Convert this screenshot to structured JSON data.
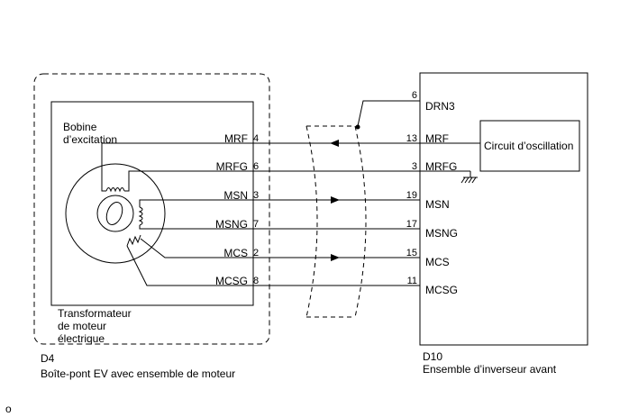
{
  "left_component": {
    "coil_label_line1": "Bobine",
    "coil_label_line2": "d’excitation",
    "resolver_label_line1": "Transformateur",
    "resolver_label_line2": "de moteur",
    "resolver_label_line3": "électrique",
    "connector": "D4",
    "name": "Boîte-pont EV avec ensemble de moteur",
    "signals": [
      {
        "name": "MRF",
        "pin": "4"
      },
      {
        "name": "MRFG",
        "pin": "6"
      },
      {
        "name": "MSN",
        "pin": "3"
      },
      {
        "name": "MSNG",
        "pin": "7"
      },
      {
        "name": "MCS",
        "pin": "2"
      },
      {
        "name": "MCSG",
        "pin": "8"
      }
    ]
  },
  "right_component": {
    "connector": "D10",
    "name": "Ensemble d’inverseur avant",
    "oscillator_label": "Circuit d’oscillation",
    "shield": {
      "name": "DRN3",
      "pin": "6"
    },
    "signals": [
      {
        "name": "MRF",
        "pin": "13"
      },
      {
        "name": "MRFG",
        "pin": "3"
      },
      {
        "name": "MSN",
        "pin": "19"
      },
      {
        "name": "MSNG",
        "pin": "17"
      },
      {
        "name": "MCS",
        "pin": "15"
      },
      {
        "name": "MCSG",
        "pin": "11"
      }
    ]
  },
  "footer_mark": "o"
}
